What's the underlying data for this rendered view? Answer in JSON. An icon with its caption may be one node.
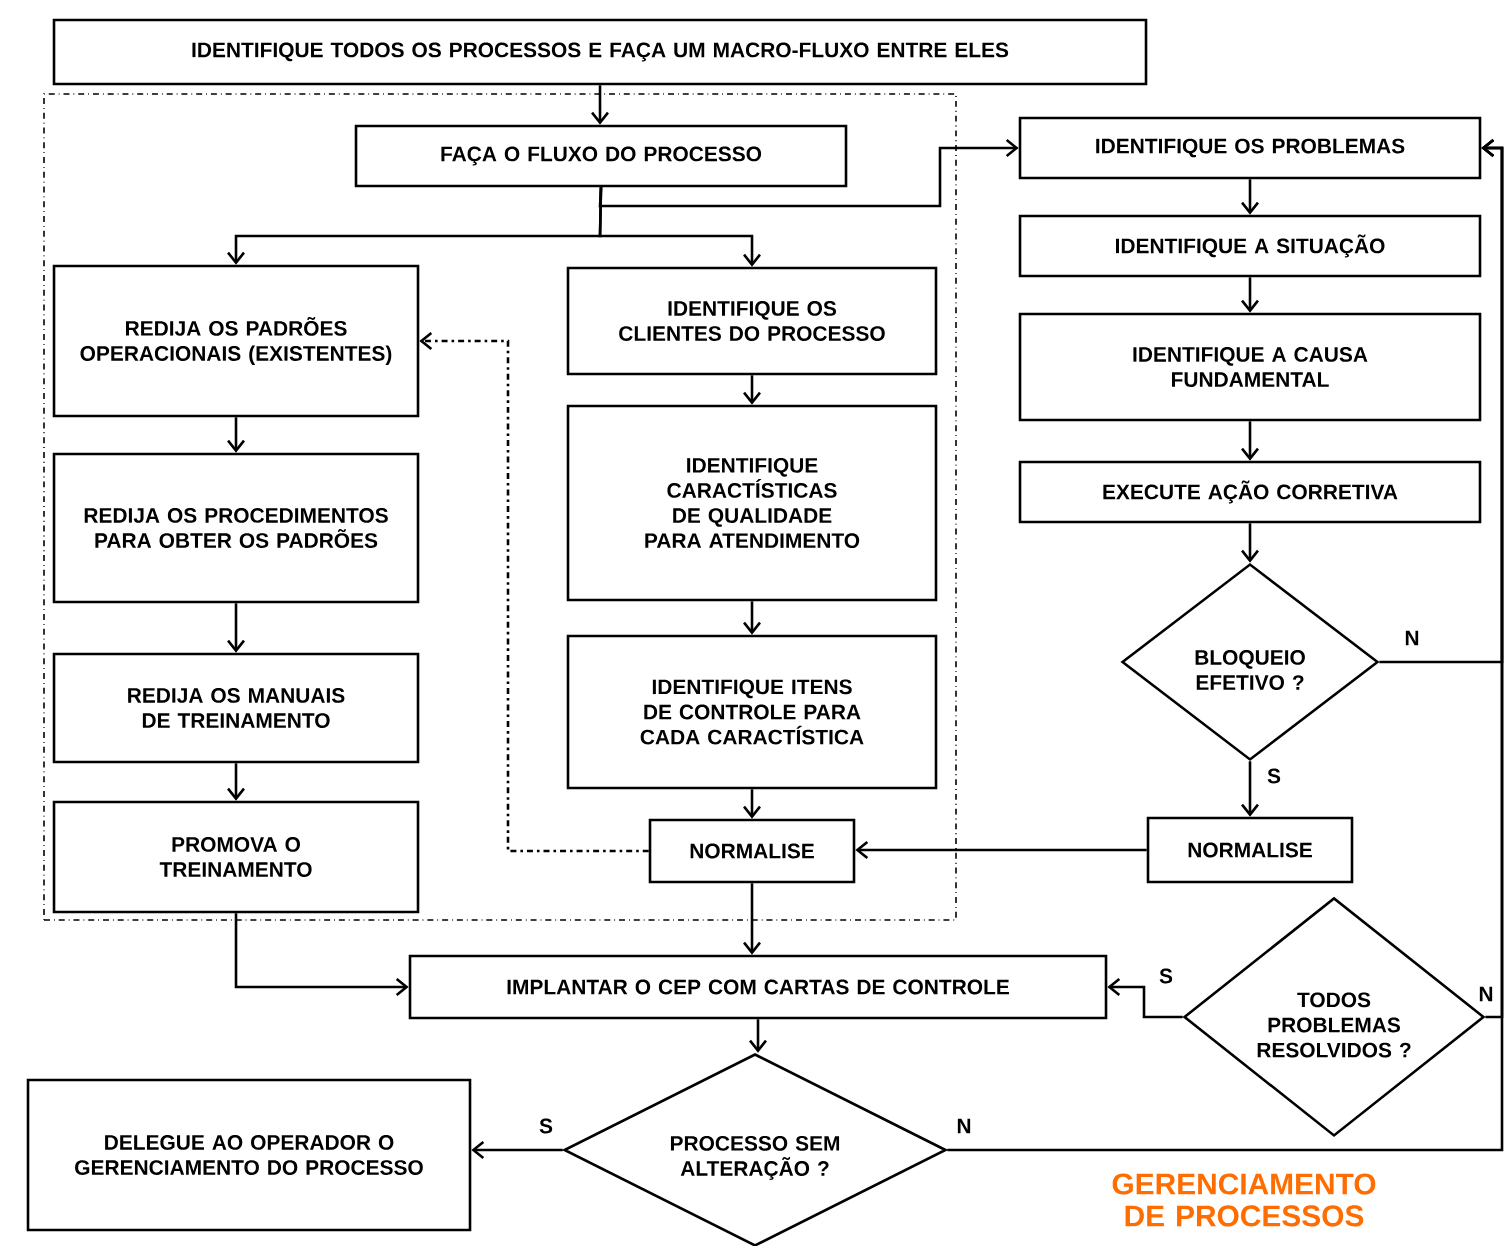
{
  "diagram": {
    "nodes": [
      {
        "text": [
          "IDENTIFIQUE TODOS OS PROCESSOS E FAÇA UM MACRO-FLUXO ENTRE ELES"
        ]
      },
      {
        "text": [],
        "shape": "box"
      },
      {
        "text": [
          "FAÇA O FLUXO DO PROCESSO"
        ],
        "in": 1
      },
      {
        "text": [
          "REDIJA OS PADRÕES OPERACIONAIS (EXISTENTES)"
        ],
        "in": 1
      },
      {
        "text": [
          "IDENTIFIQUE OS CLIENTES DO PROCESSO"
        ],
        "in": 1
      },
      {
        "text": [
          "REDIJA OS PROCEDIMENTOS PARA OBTER OS PADRÕES"
        ],
        "in": 1
      },
      {
        "text": [
          "IDENTIFIQUE CARACTÍSTICAS DE QUALIDADE PARA ATENDIMENTO"
        ],
        "in": 1
      },
      {
        "text": [
          "REDIJA OS MANUAIS DE TREINAMENTO"
        ],
        "in": 1
      },
      {
        "text": [
          "IDENTIFIQUE ITENS DE CONTROLE PARA CADA CARACTÍSTICA"
        ],
        "in": 1
      },
      {
        "text": [
          "PROMOVA O TREINAMENTO"
        ],
        "in": 1
      },
      {
        "text": [
          "NORMALISE"
        ],
        "in": 1
      },
      {
        "text": [
          "IDENTIFIQUE OS PROBLEMAS"
        ]
      },
      {
        "text": [
          "IDENTIFIQUE A SITUAÇÃO"
        ]
      },
      {
        "text": [
          "IDENTIFIQUE A CAUSA FUNDAMENTAL"
        ]
      },
      {
        "text": [
          "EXECUTE AÇÃO CORRETIVA"
        ]
      },
      {
        "text": [
          "BLOQUEIO EFETIVO ?"
        ]
      },
      {
        "text": [
          "NORMALISE"
        ]
      },
      {
        "text": [
          "TODOS PROBLEMAS RESOLVIDOS ?"
        ]
      },
      {
        "text": [
          "IMPLANTAR O CEP COM CARTAS DE CONTROLE"
        ]
      },
      {
        "text": [
          "PROCESSO SEM ALTERAÇÃO ?"
        ]
      },
      {
        "text": [
          "DELEGUE AO OPERADOR O GERENCIAMENTO DO PROCESSO"
        ]
      }
    ],
    "edges": [
      {
        "from": 0,
        "to": 2,
        "arrow": "to"
      },
      {
        "from": 2,
        "to": 3,
        "arrow": "to"
      },
      {
        "from": 2,
        "to": 4,
        "arrow": "to"
      },
      {
        "from": 2,
        "to": 11,
        "arrow": "to"
      },
      {
        "from": 3,
        "to": 5,
        "arrow": "to"
      },
      {
        "from": 5,
        "to": 7,
        "arrow": "to"
      },
      {
        "from": 7,
        "to": 9,
        "arrow": "to"
      },
      {
        "from": 4,
        "to": 6,
        "arrow": "to"
      },
      {
        "from": 6,
        "to": 8,
        "arrow": "to"
      },
      {
        "from": 8,
        "to": 10,
        "arrow": "to"
      },
      {
        "from": 10,
        "to": 3,
        "arrow": "to",
        "style": "dashed"
      },
      {
        "from": 10,
        "to": 18,
        "arrow": "to"
      },
      {
        "from": 9,
        "to": 18,
        "arrow": "to"
      },
      {
        "from": 11,
        "to": 12,
        "arrow": "to"
      },
      {
        "from": 12,
        "to": 13,
        "arrow": "to"
      },
      {
        "from": 13,
        "to": 14,
        "arrow": "to"
      },
      {
        "from": 14,
        "to": 15,
        "arrow": "to"
      },
      {
        "from": 15,
        "to": 16,
        "arrow": "to",
        "label": "S"
      },
      {
        "from": 15,
        "to": 11,
        "arrow": "to",
        "label": "N"
      },
      {
        "from": 16,
        "to": 10,
        "arrow": "to"
      },
      {
        "from": 17,
        "to": 18,
        "arrow": "to",
        "label": "S"
      },
      {
        "from": 17,
        "to": 11,
        "arrow": "to",
        "label": "N"
      },
      {
        "from": 18,
        "to": 19,
        "arrow": "to"
      },
      {
        "from": 19,
        "to": 20,
        "arrow": "to",
        "label": "S"
      },
      {
        "from": 19,
        "to": 11,
        "arrow": "to",
        "label": "N"
      }
    ],
    "labels": [
      "GERENCIAMENTO DE PROCESSOS"
    ]
  }
}
